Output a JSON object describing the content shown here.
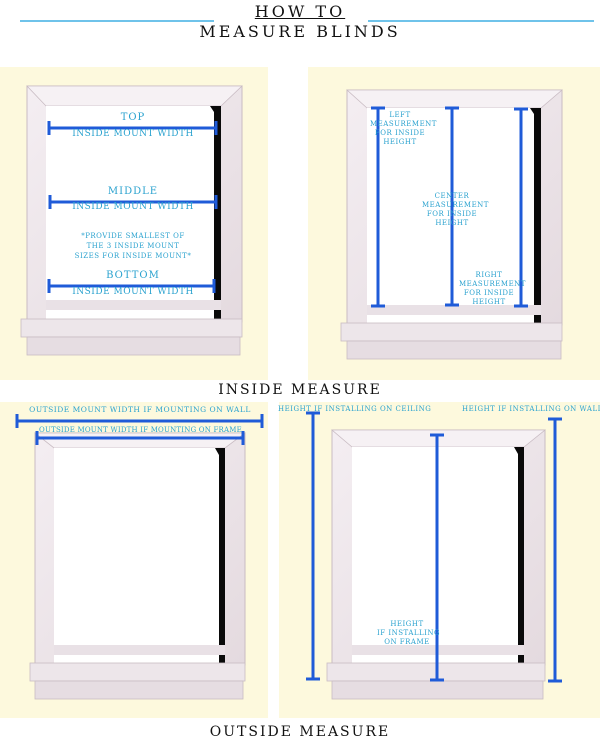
{
  "title": {
    "line1": "HOW TO",
    "line2": "MEASURE BLINDS"
  },
  "colors": {
    "accent_rule": "#6fc3ea",
    "panel_bg": "#fdf9dd",
    "measure_line": "#1f5bd8",
    "label_text": "#2aa2cf"
  },
  "inside_panel_left": {
    "top": {
      "title": "TOP",
      "sub": "INSIDE MOUNT WIDTH"
    },
    "middle": {
      "title": "MIDDLE",
      "sub": "INSIDE MOUNT WIDTH"
    },
    "note": {
      "line1": "*PROVIDE SMALLEST OF",
      "line2": "THE 3 INSIDE MOUNT",
      "line3": "SIZES FOR INSIDE MOUNT*"
    },
    "bottom": {
      "title": "BOTTOM",
      "sub": "INSIDE MOUNT WIDTH"
    }
  },
  "inside_panel_right": {
    "left": {
      "line1": "LEFT",
      "line2": "MEASUREMENT",
      "line3": "FOR INSIDE",
      "line4": "HEIGHT"
    },
    "center": {
      "line1": "CENTER",
      "line2": "MEASUREMENT",
      "line3": "FOR INSIDE",
      "line4": "HEIGHT"
    },
    "right": {
      "line1": "RIGHT",
      "line2": "MEASUREMENT",
      "line3": "FOR INSIDE",
      "line4": "HEIGHT"
    }
  },
  "inside_section_label": "INSIDE MEASURE",
  "outside_panel_left": {
    "wall": "OUTSIDE MOUNT WIDTH IF MOUNTING ON WALL",
    "frame": "OUTSIDE MOUNT WIDTH IF MOUNTING ON FRAME"
  },
  "outside_panel_right": {
    "ceiling": "HEIGHT IF INSTALLING ON CEILING",
    "wall": "HEIGHT IF INSTALLING ON WALL",
    "frame": {
      "line1": "HEIGHT",
      "line2": "IF INSTALLING",
      "line3": "ON FRAME"
    }
  },
  "outside_section_label": "OUTSIDE MEASURE"
}
